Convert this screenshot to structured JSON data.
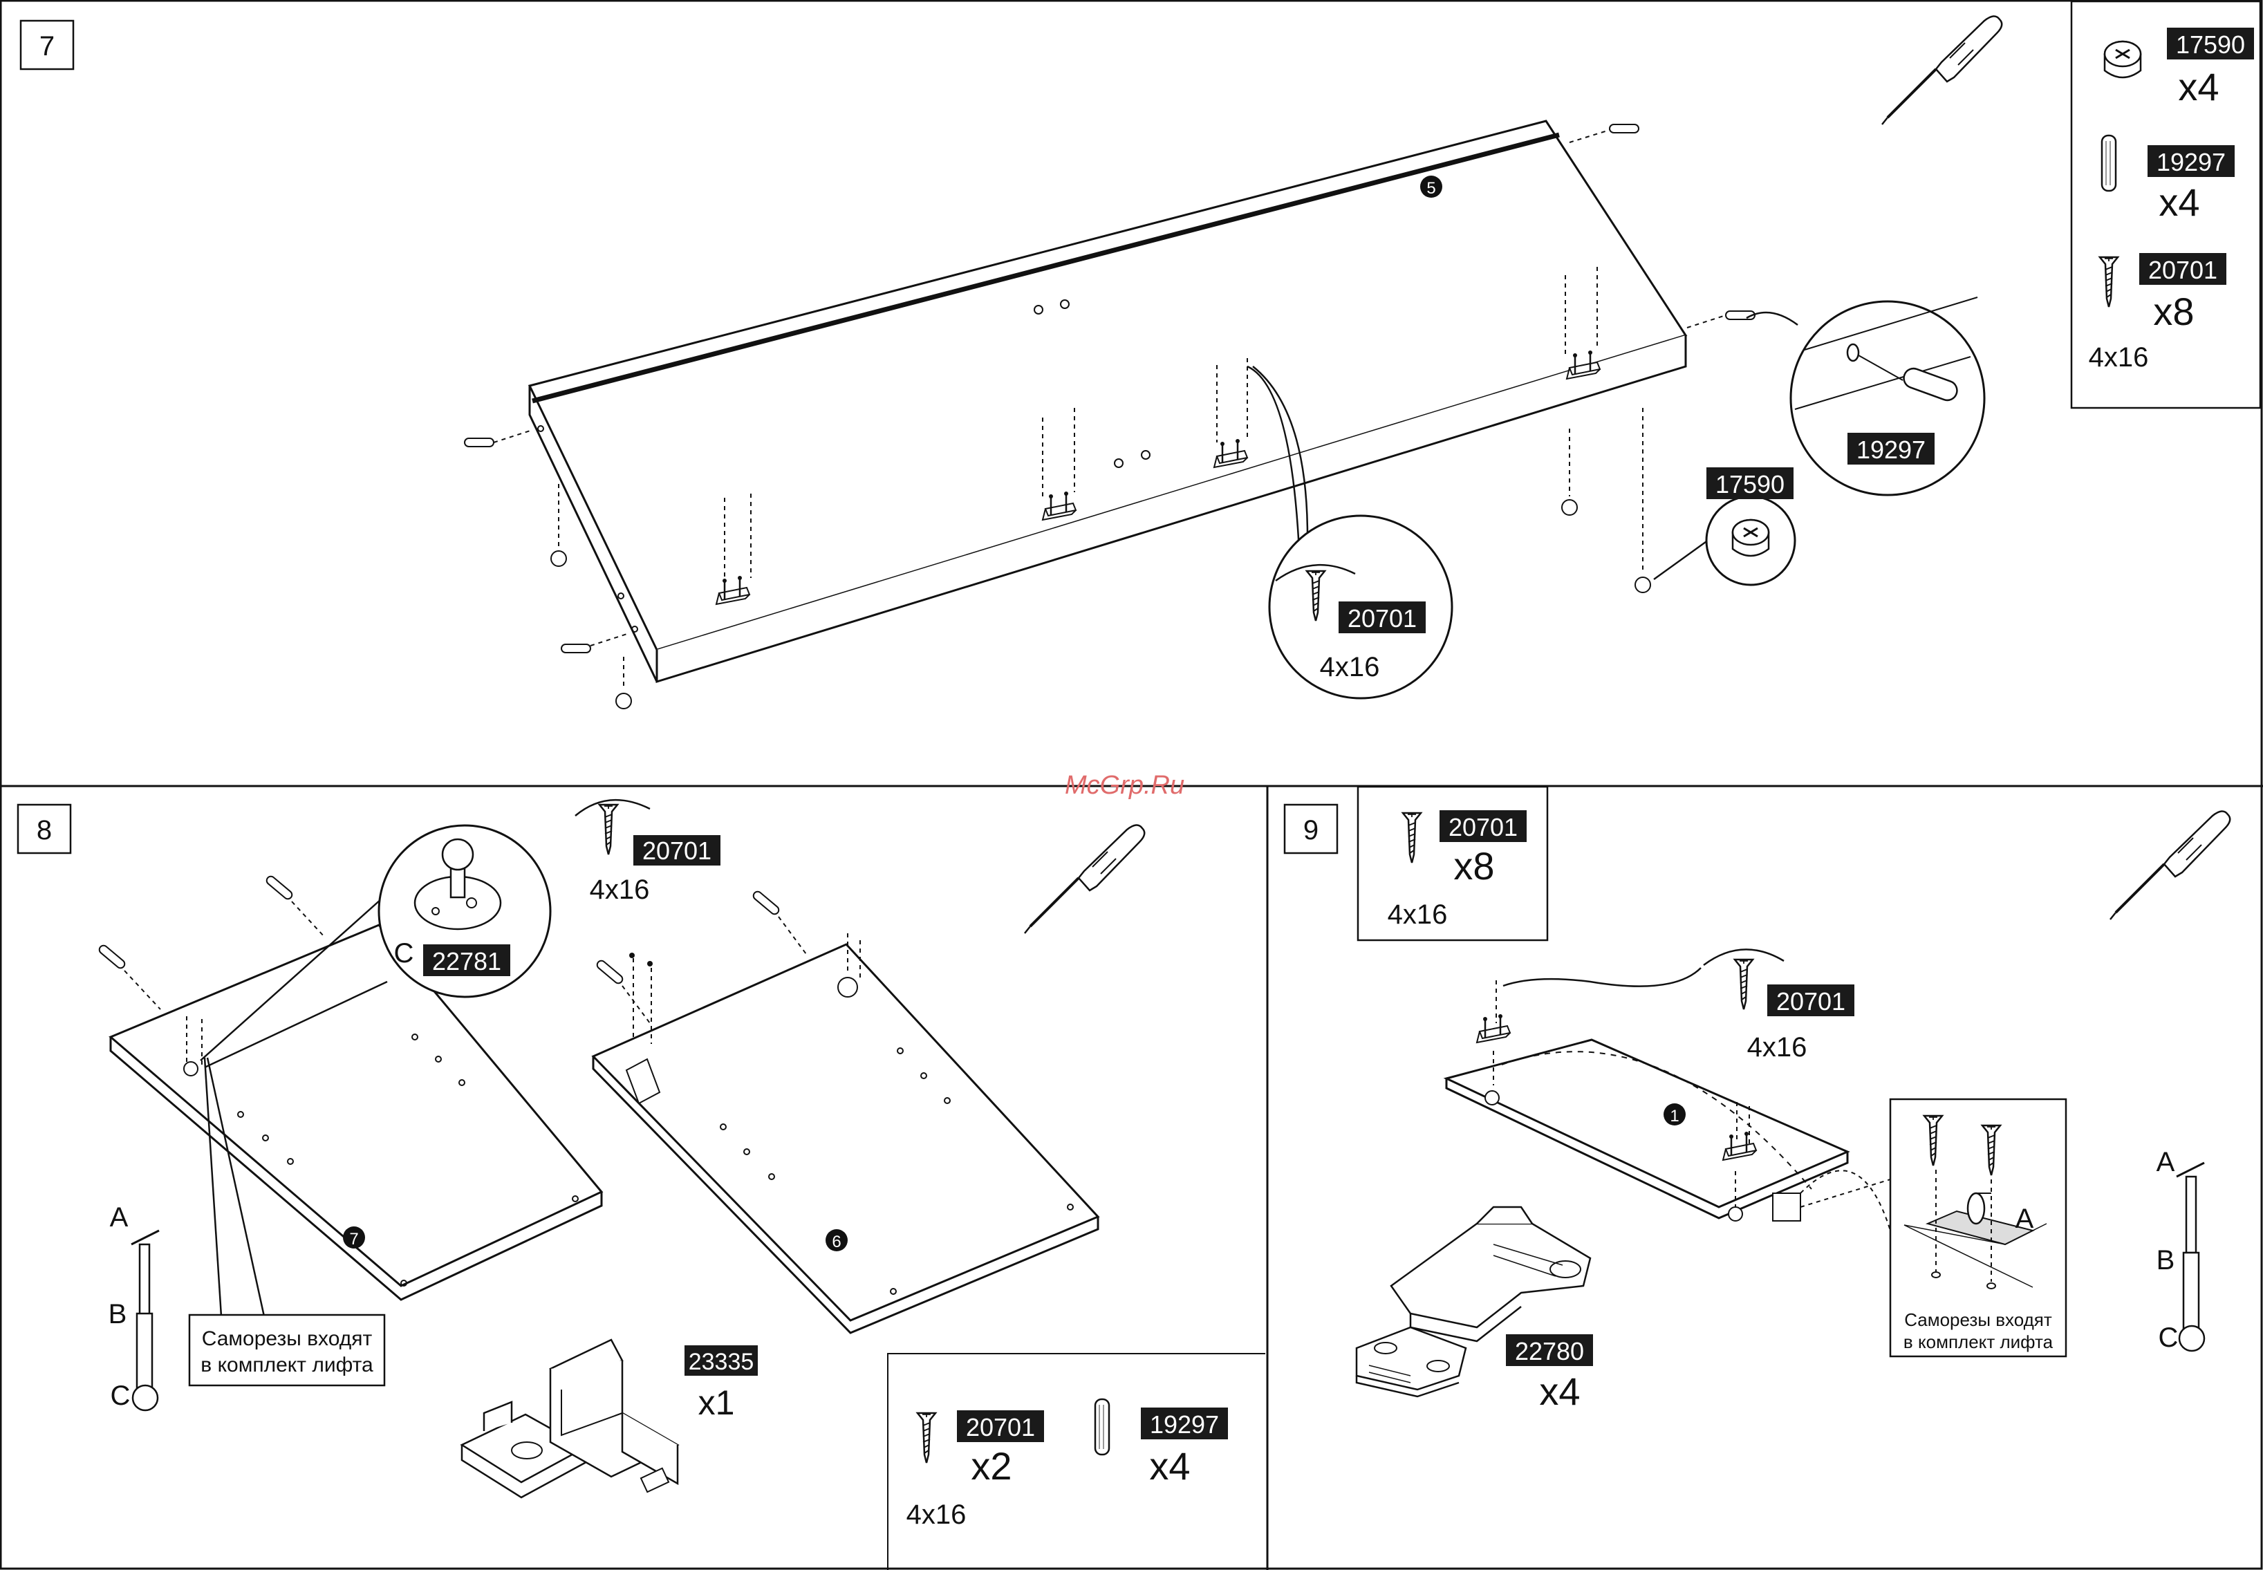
{
  "watermark": "McGrp.Ru",
  "steps": {
    "s7": {
      "number": "7",
      "panel_id": "5",
      "hw_17590": {
        "code": "17590",
        "qty": "x4"
      },
      "hw_19297": {
        "code": "19297",
        "qty": "x4"
      },
      "hw_20701": {
        "code": "20701",
        "qty": "x8",
        "size": "4x16"
      },
      "callout_screw": {
        "code": "20701",
        "size": "4x16"
      },
      "callout_cam": {
        "code": "17590"
      },
      "callout_dowel": {
        "code": "19297"
      }
    },
    "s8": {
      "number": "8",
      "panel_left": "7",
      "panel_right": "6",
      "screw": {
        "code": "20701",
        "size": "4x16"
      },
      "mount": {
        "letter": "C",
        "code": "22781"
      },
      "bracket": {
        "code": "23335",
        "qty": "x1"
      },
      "lift_a": "A",
      "lift_b": "B",
      "lift_c": "C",
      "note_line1": "Саморезы входят",
      "note_line2": "в комплект лифта",
      "hw_20701": {
        "code": "20701",
        "qty": "x2",
        "size": "4x16"
      },
      "hw_19297": {
        "code": "19297",
        "qty": "x4"
      }
    },
    "s9": {
      "number": "9",
      "hw_20701": {
        "code": "20701",
        "qty": "x8",
        "size": "4x16"
      },
      "panel_id": "1",
      "screw": {
        "code": "20701",
        "size": "4x16"
      },
      "hinge": {
        "code": "22780",
        "qty": "x4"
      },
      "detail_a": "A",
      "lift_a": "A",
      "lift_b": "B",
      "lift_c": "C",
      "note_line1": "Саморезы входят",
      "note_line2": "в комплект лифта"
    }
  }
}
